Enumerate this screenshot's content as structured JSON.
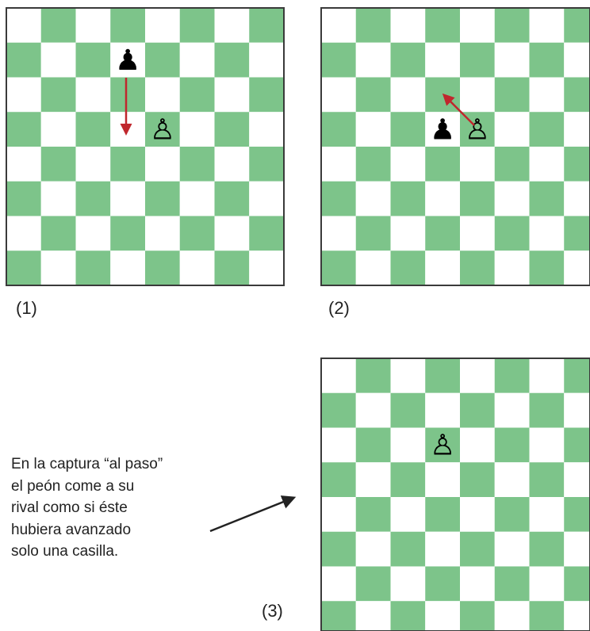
{
  "colors": {
    "light": "#ffffff",
    "dark": "#7dc48a",
    "border": "#3a3a3a",
    "arrow_red": "#c0272d",
    "arrow_black": "#222222"
  },
  "boards": [
    {
      "label": "(1)",
      "pieces": [
        {
          "type": "black-pawn",
          "glyph": "♟",
          "col": 3,
          "row": 1
        },
        {
          "type": "white-pawn",
          "glyph": "♙",
          "col": 4,
          "row": 3
        }
      ]
    },
    {
      "label": "(2)",
      "pieces": [
        {
          "type": "black-pawn",
          "glyph": "♟",
          "col": 3,
          "row": 3
        },
        {
          "type": "white-pawn",
          "glyph": "♙",
          "col": 4,
          "row": 3
        }
      ]
    },
    {
      "label": "(3)",
      "pieces": [
        {
          "type": "white-pawn",
          "glyph": "♙",
          "col": 3,
          "row": 2
        }
      ]
    }
  ],
  "caption": {
    "lines": [
      "En la captura “al paso”",
      "el peón come a su",
      "rival como si éste",
      "hubiera avanzado",
      "solo una casilla."
    ]
  }
}
